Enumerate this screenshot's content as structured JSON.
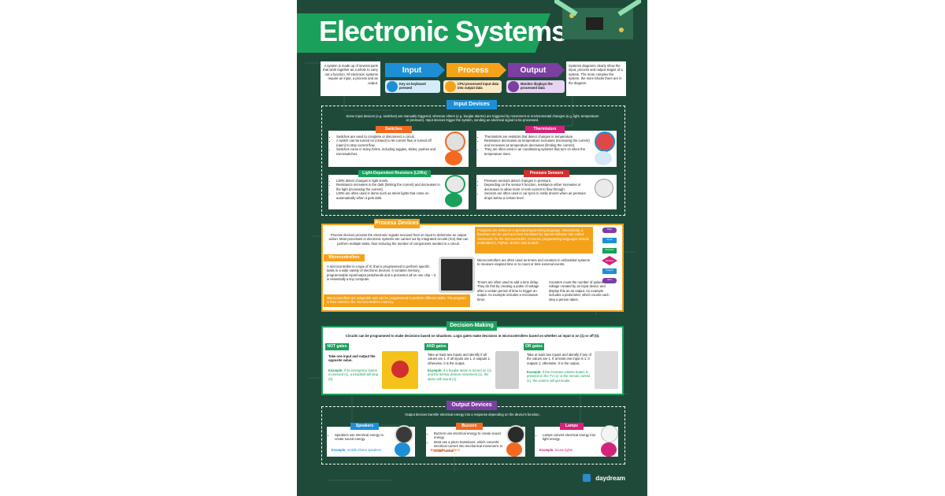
{
  "title": "Electronic Systems",
  "intro": {
    "left_text": "A system is made up of several parts that work together as a whole to carry out a function. All electronic systems require an input, a process and an output.",
    "right_text": "Systems diagrams clearly show the input, process and output stages of a system. The more complex the system, the more blocks there are in the diagram.",
    "stages": [
      {
        "label": "Input",
        "color": "#1e8fd6",
        "caption": "Key on keyboard pressed"
      },
      {
        "label": "Process",
        "color": "#f5a21b",
        "caption": "CPU processed input data into output data"
      },
      {
        "label": "Output",
        "color": "#7b3fa0",
        "caption": "Monitor displays the processed data"
      }
    ]
  },
  "input_devices": {
    "heading": "Input Devices",
    "color": "#1e8fd6",
    "intro": "Some input devices (e.g. switches) are manually triggered, whereas others (e.g. burglar alarms) are triggered by movement or environmental changes (e.g. light, temperature or pressure). Input devices trigger the system, sending an electrical signal to be processed.",
    "switches": {
      "title": "Switches",
      "bullets": [
        "Switches are used to complete or disconnect a circuit.",
        "A switch can be turned on (closed) to let current flow or turned off (open) to stop current flow.",
        "Switches come in many forms, including toggles, slides, pushes and microswitches."
      ]
    },
    "thermistors": {
      "title": "Thermistors",
      "bullets": [
        "Thermistors are resistors that detect changes in temperature.",
        "Resistance decreases as temperature increases (increasing the current) and increases as temperature decreases (limiting the current).",
        "They are often used in air conditioning systems that turn on when the temperature rises."
      ]
    },
    "ldrs": {
      "title": "Light-Dependent Resistors (LDRs)",
      "bullets": [
        "LDRs detect changes in light levels.",
        "Resistance increases in the dark (limiting the current) and decreases in the light (increasing the current).",
        "LDRs are often used in items such as street lights that come on automatically when it gets dark."
      ]
    },
    "pressure": {
      "title": "Pressure Sensors",
      "bullets": [
        "Pressure sensors detect changes in pressure.",
        "Depending on the sensor's function, resistance either increases or decreases to allow more or less current to flow through.",
        "Sensors are often used in car tyres to notify drivers when air pressure drops below a certain level."
      ]
    }
  },
  "process_devices": {
    "heading": "Process Devices",
    "color": "#f5a21b",
    "intro": "Process devices process the electronic signals received from an input to determine an output action. Most processes in electronic systems are carried out by integrated circuits (ICs) that can perform multiple tasks, thus reducing the number of components needed in a circuit.",
    "micro_title": "Microcontrollers",
    "micro_text": "A microcontroller is a type of IC that is programmed to perform specific tasks in a wide variety of electronic devices. It contains memory, programmable input/output peripherals and a processor all on one chip – it is essentially a tiny computer.",
    "micro_note": "Microcontrollers are adaptable and can be programmed to perform different tasks. The program is then stored in the microcontroller's memory.",
    "program_text": "Programs are written in a special programming language. Alternatively, a flowchart can be used and then translated by special software into coded commands for the microcontroller. Common programming languages include embedded C, Python, BASIC and Scratch.",
    "timers_counters_text": "Microcontrollers are often used as timers and counters in embedded systems to measure elapsed time or to count or time external events.",
    "timers_text": "Timers are often used to add a time delay. They do this by creating a pulse of voltage after a certain period of time to trigger an output. An example includes a microwave timer.",
    "counters_text": "Counters count the number of pulses of voltage created by an input device and display this as an output. An example includes a pedometer, which counts each step a person takes.",
    "flowchart": [
      "Start",
      "Input",
      "Process",
      "Decision",
      "Output",
      "End"
    ]
  },
  "decision_making": {
    "heading": "Decision-Making",
    "color": "#1aa05a",
    "intro": "Circuits can be programmed to make decisions based on situations. Logic gates make decisions in microcontrollers based on whether an input is on (1) or off (0).",
    "gates": [
      {
        "title": "NOT gates",
        "text": "Take one input and output the opposite value.",
        "example_label": "Example:",
        "example": "If its emergency button is pressed (1), a treadmill will stop (0)."
      },
      {
        "title": "AND gates",
        "text": "Take at least two inputs and identify if all values are 1. If all inputs are 1, it outputs 1; otherwise, 0 is the output.",
        "example_label": "Example:",
        "example": "If a burglar alarm is turned on (1) and the sensor detects movement (1), the alarm will sound (1)."
      },
      {
        "title": "OR gates",
        "text": "Take at least two inputs and identify if any of the values are 1. If at least one input is 1, it outputs 1; otherwise, 0 is the output.",
        "example_label": "Example:",
        "example": "If the increase volume button is pressed on the TV (1) or the remote control (1), the volume will get louder."
      }
    ]
  },
  "output_devices": {
    "heading": "Output Devices",
    "color": "#7b3fa0",
    "intro": "Output devices transfer electrical energy into a response depending on the device's function.",
    "items": [
      {
        "title": "Speakers",
        "color": "#1e8fd6",
        "bullets": [
          "Speakers use electrical energy to create sound energy."
        ],
        "example_label": "Example:",
        "example": "mobile phone speakers"
      },
      {
        "title": "Buzzers",
        "color": "#f26a21",
        "bullets": [
          "Buzzers use electrical energy to create sound energy.",
          "Most use a piezo transducer, which converts electrical current into mechanical movement, to create sound."
        ],
        "example_label": "Example:",
        "example": "car alarm"
      },
      {
        "title": "Lamps",
        "color": "#d4237a",
        "bullets": [
          "Lamps convert electrical energy into light energy."
        ],
        "example_label": "Example:",
        "example": "house lights"
      }
    ]
  },
  "brand": "daydream"
}
